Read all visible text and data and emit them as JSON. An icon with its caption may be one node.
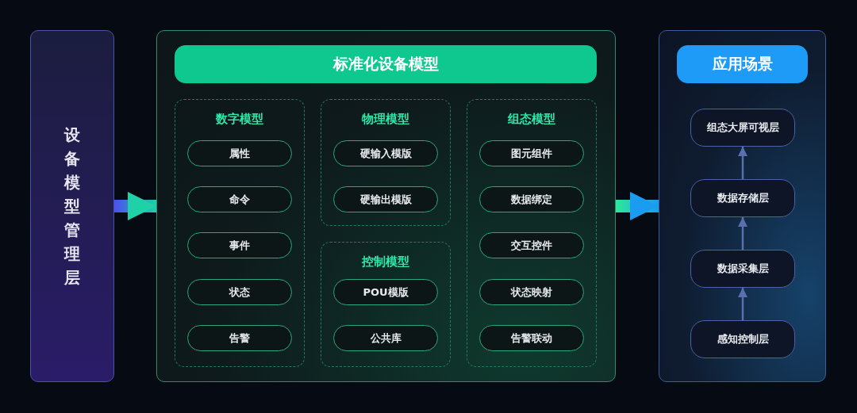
{
  "diagram": {
    "nodes": [
      {
        "text": [
          "设备模型管理层"
        ]
      },
      {
        "text": [],
        "shape": "box"
      },
      {
        "text": [
          "标准化设备模型"
        ],
        "in": 1
      },
      {
        "text": [
          "数字模型"
        ],
        "in": 1
      },
      {
        "text": [
          "属性"
        ],
        "in": 3
      },
      {
        "text": [
          "命令"
        ],
        "in": 3
      },
      {
        "text": [
          "事件"
        ],
        "in": 3
      },
      {
        "text": [
          "状态"
        ],
        "in": 3
      },
      {
        "text": [
          "告警"
        ],
        "in": 3
      },
      {
        "text": [
          "物理模型"
        ],
        "in": 1
      },
      {
        "text": [
          "硬输入模版"
        ],
        "in": 9
      },
      {
        "text": [
          "硬输出模版"
        ],
        "in": 9
      },
      {
        "text": [
          "控制模型"
        ],
        "in": 1
      },
      {
        "text": [
          "POU模版"
        ],
        "in": 12
      },
      {
        "text": [
          "公共库"
        ],
        "in": 12
      },
      {
        "text": [
          "组态模型"
        ],
        "in": 1
      },
      {
        "text": [
          "图元组件"
        ],
        "in": 15
      },
      {
        "text": [
          "数据绑定"
        ],
        "in": 15
      },
      {
        "text": [
          "交互控件"
        ],
        "in": 15
      },
      {
        "text": [
          "状态映射"
        ],
        "in": 15
      },
      {
        "text": [
          "告警联动"
        ],
        "in": 15
      },
      {
        "text": [],
        "shape": "box"
      },
      {
        "text": [
          "应用场景"
        ],
        "in": 21
      },
      {
        "text": [
          "组态大屏可视层"
        ],
        "in": 21
      },
      {
        "text": [
          "数据存储层"
        ],
        "in": 21
      },
      {
        "text": [
          "数据采集层"
        ],
        "in": 21
      },
      {
        "text": [
          "感知控制层"
        ],
        "in": 21
      }
    ],
    "edges": [
      {
        "from": 0,
        "to": 1,
        "arrow": "to",
        "style": "thick",
        "color": "#1fd0a8"
      },
      {
        "from": 1,
        "to": 21,
        "arrow": "to",
        "style": "thick",
        "color": "#1a9cf0"
      },
      {
        "from": 26,
        "to": 25,
        "arrow": "to"
      },
      {
        "from": 25,
        "to": 24,
        "arrow": "to"
      },
      {
        "from": 24,
        "to": 23,
        "arrow": "to"
      }
    ]
  }
}
